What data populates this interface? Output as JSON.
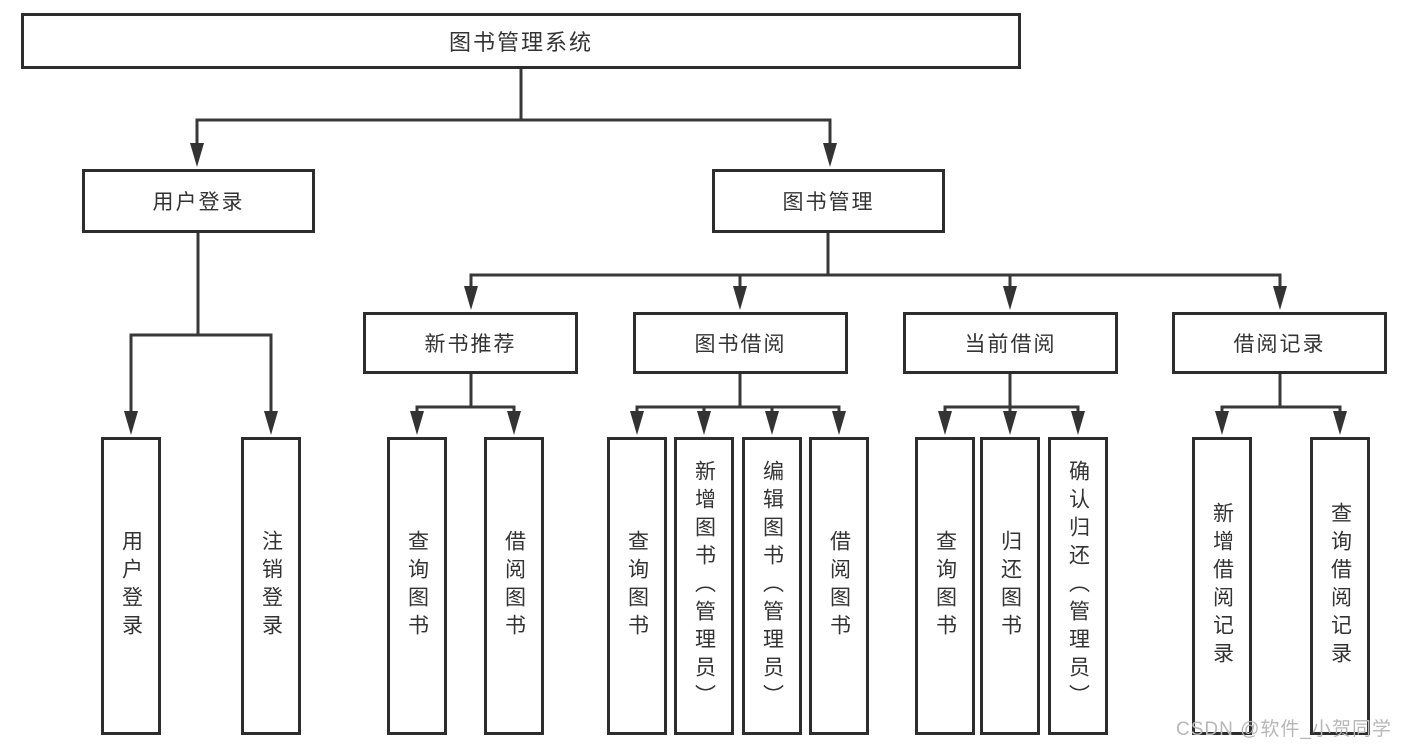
{
  "tree": {
    "root": {
      "label": "图书管理系统"
    },
    "branches": [
      {
        "label": "用户登录",
        "children": [
          {
            "label": "用户登录"
          },
          {
            "label": "注销登录"
          }
        ]
      },
      {
        "label": "图书管理",
        "children": [
          {
            "label": "新书推荐",
            "children": [
              {
                "label": "查询图书"
              },
              {
                "label": "借阅图书"
              }
            ]
          },
          {
            "label": "图书借阅",
            "children": [
              {
                "label": "查询图书"
              },
              {
                "label": "新增图书（管理员）"
              },
              {
                "label": "编辑图书（管理员）"
              },
              {
                "label": "借阅图书"
              }
            ]
          },
          {
            "label": "当前借阅",
            "children": [
              {
                "label": "查询图书"
              },
              {
                "label": "归还图书"
              },
              {
                "label": "确认归还（管理员）"
              }
            ]
          },
          {
            "label": "借阅记录",
            "children": [
              {
                "label": "新增借阅记录"
              },
              {
                "label": "查询借阅记录"
              }
            ]
          }
        ]
      }
    ]
  },
  "watermark": "CSDN @软件_小贺同学",
  "colors": {
    "background": "#ffffff",
    "line": "#383838",
    "box_border": "#2d2d2d",
    "text": "#333333",
    "watermark": "#b7b7b7"
  }
}
